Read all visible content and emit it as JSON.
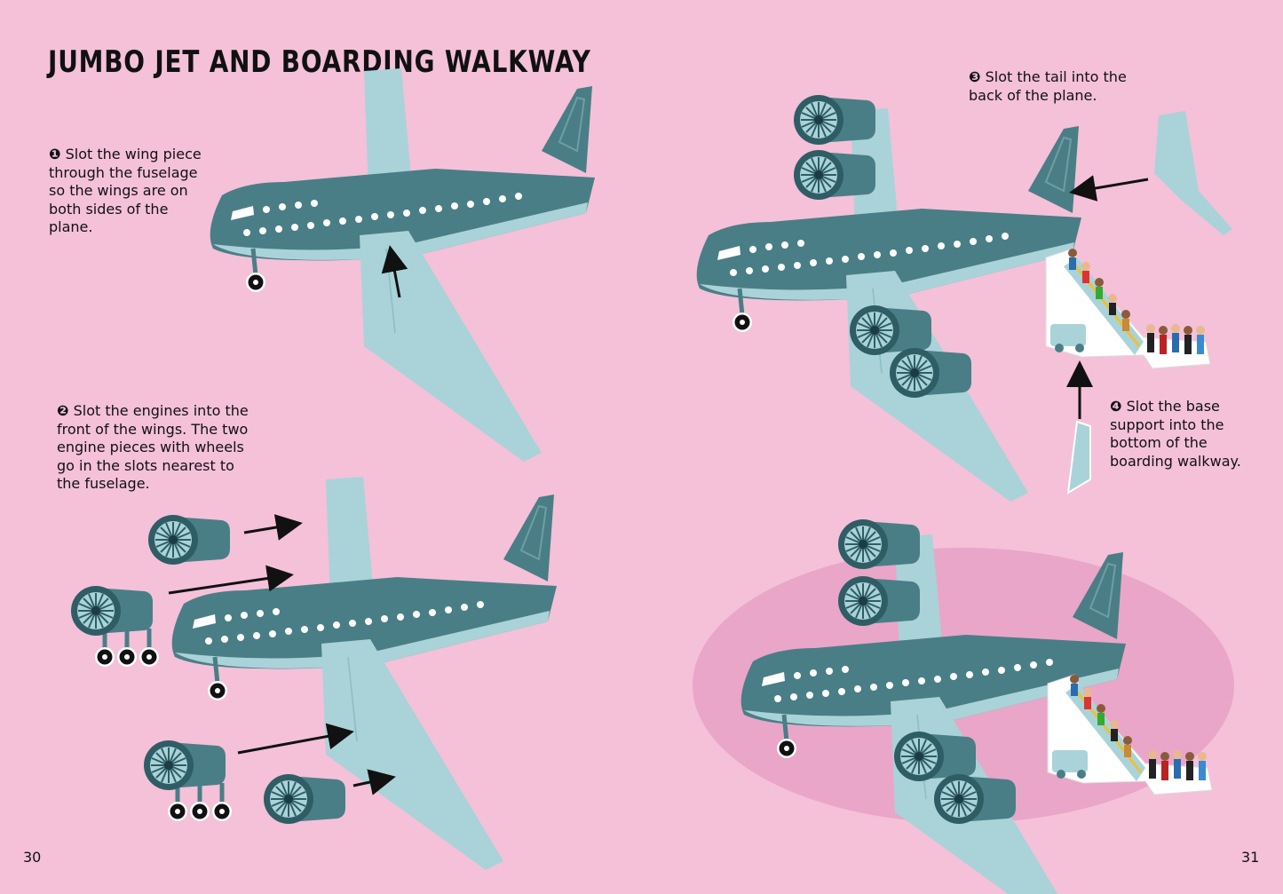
{
  "title": "JUMBO JET AND BOARDING WALKWAY",
  "steps": [
    {
      "number": "❶",
      "text": "Slot the wing piece through the fuselage so the wings are on both sides of the plane."
    },
    {
      "number": "❷",
      "text": "Slot the engines into the front of the wings. The two engine pieces with wheels go in the slots nearest to the fuselage."
    },
    {
      "number": "❸",
      "text": "Slot the tail into the back of the plane."
    },
    {
      "number": "❹",
      "text": "Slot the base support into the bottom of the boarding walkway."
    }
  ],
  "page_numbers": {
    "left": "30",
    "right": "31"
  },
  "colors": {
    "background": "#f4c1d8",
    "plane_dark": "#4a7e86",
    "plane_light": "#a9d3d8",
    "ellipse": "#e9a6c8"
  }
}
